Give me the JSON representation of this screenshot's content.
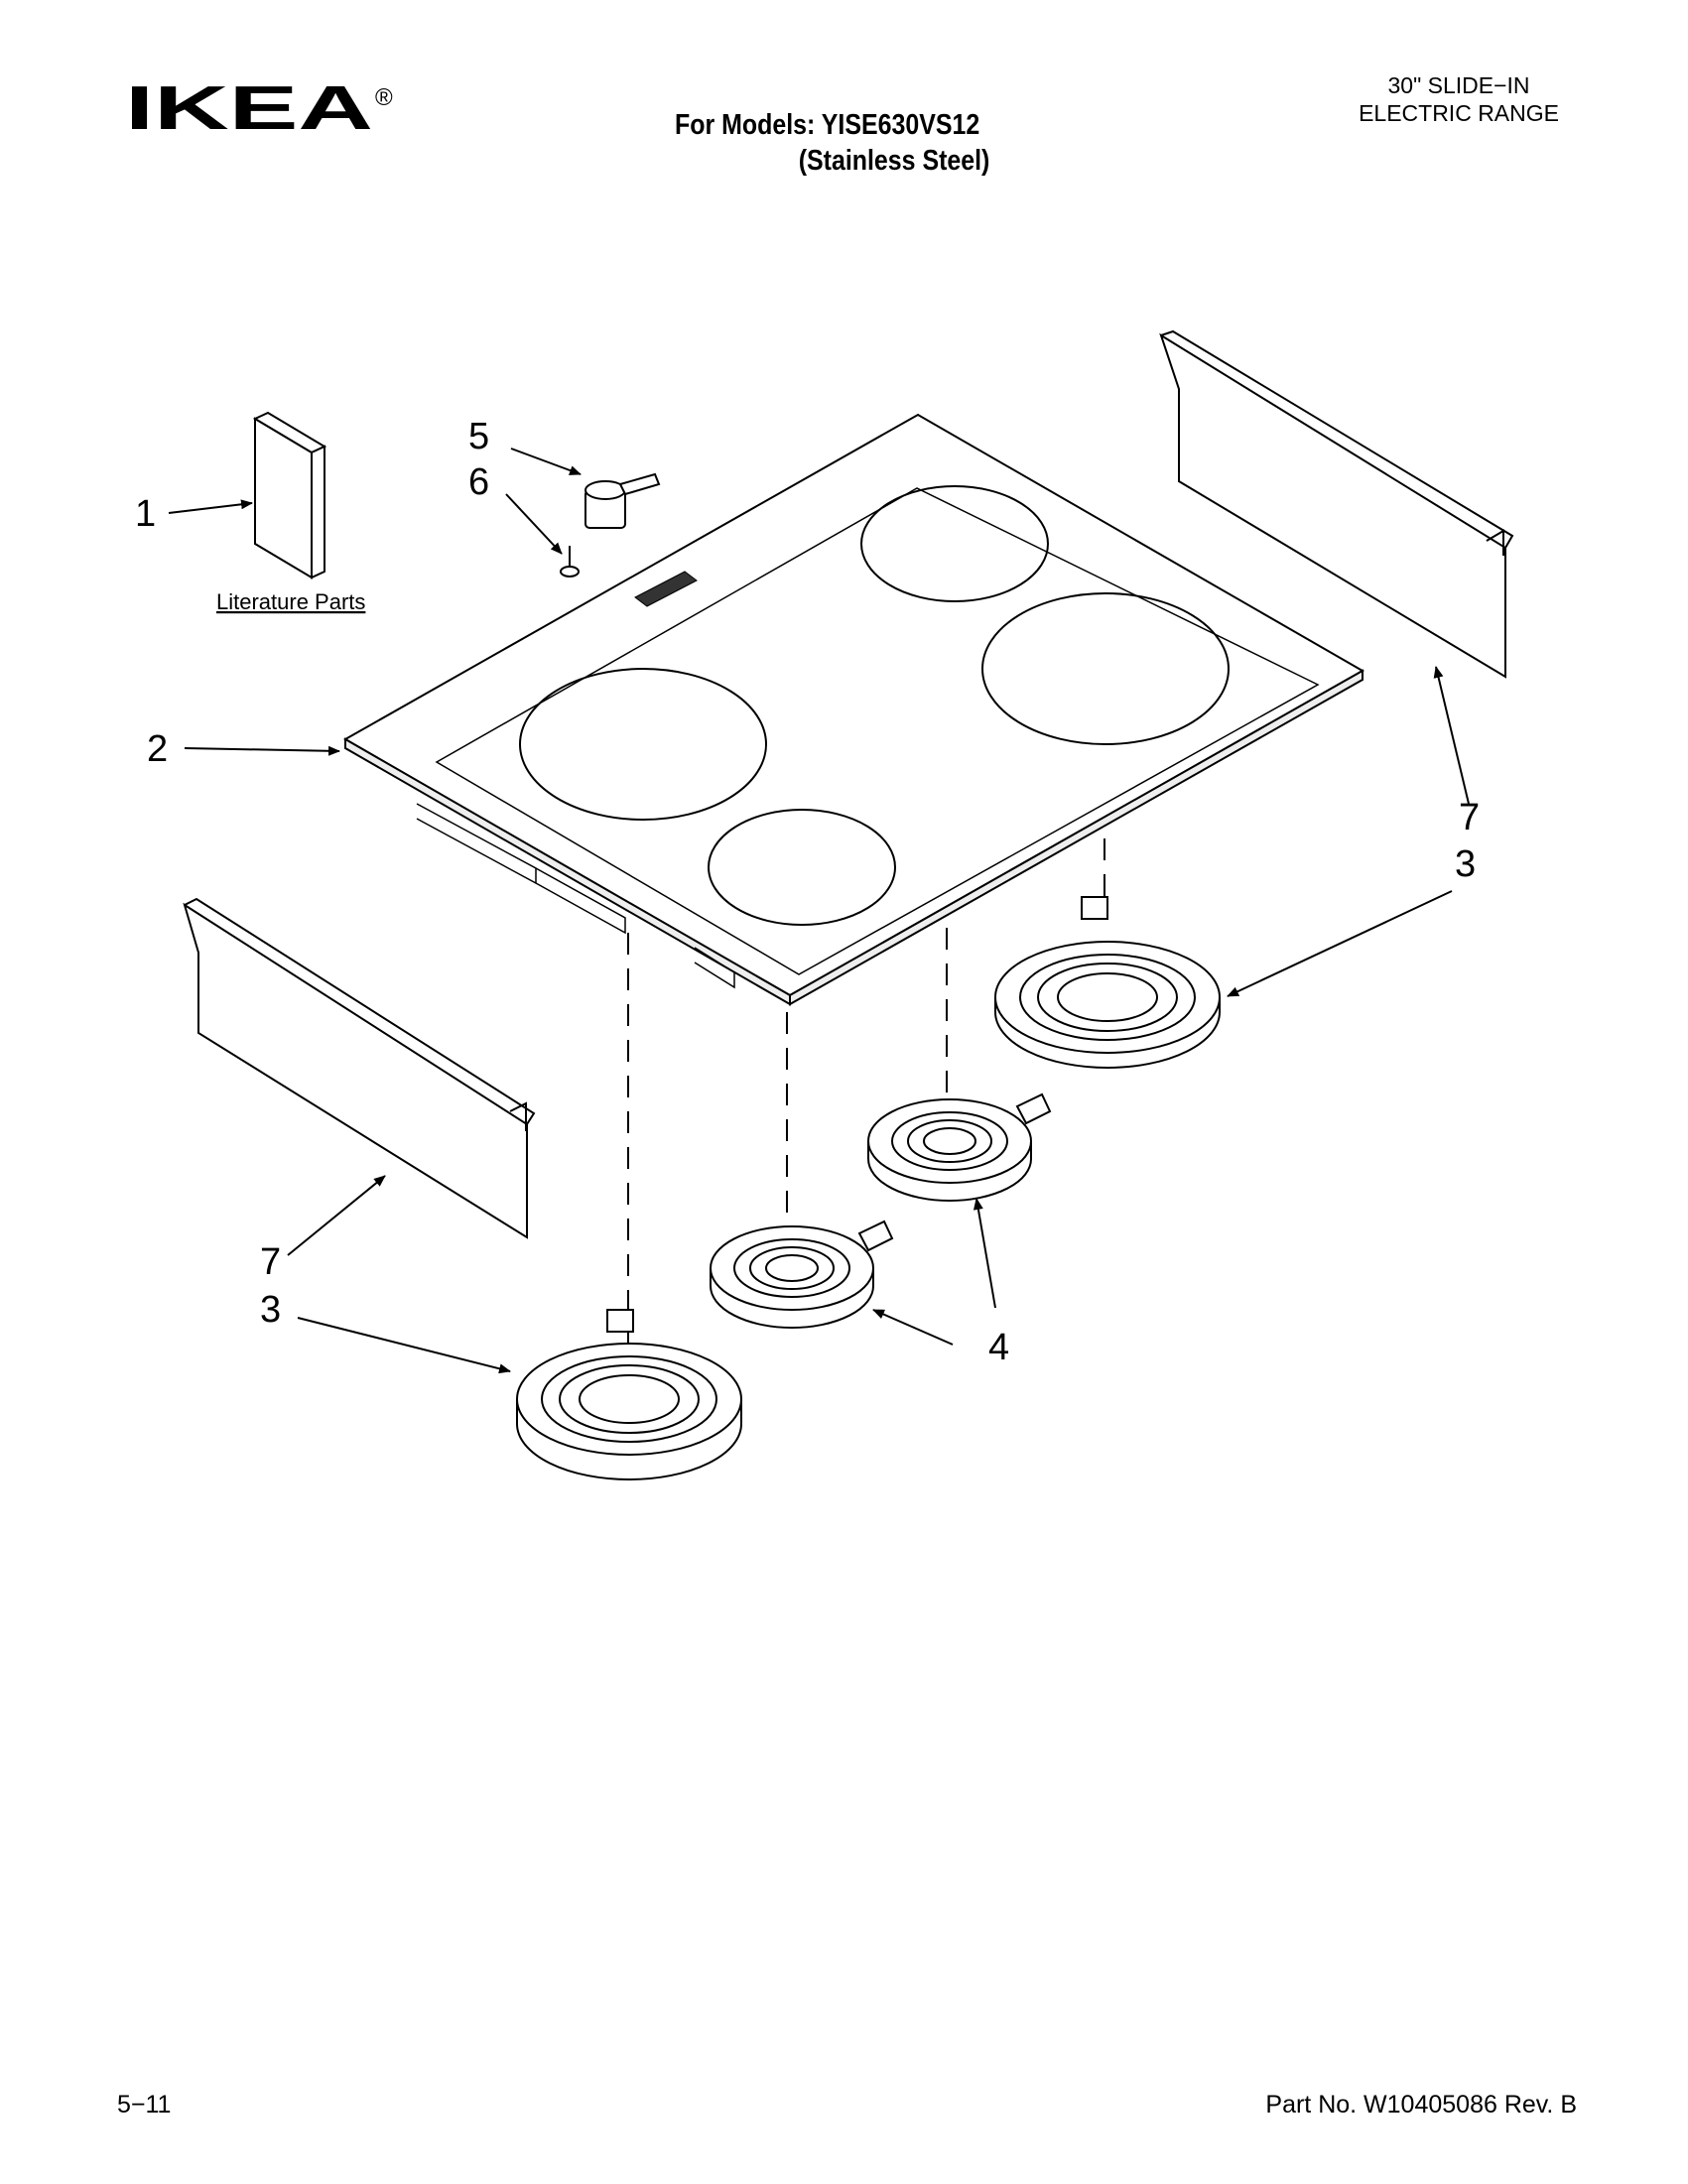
{
  "header": {
    "brand": "IKEA",
    "registered": "®",
    "models_label": "For Models: YISE630VS12",
    "models_finish": "(Stainless Steel)",
    "product_line1": "30\" SLIDE−IN",
    "product_line2": "ELECTRIC RANGE"
  },
  "callouts": {
    "c1": "1",
    "c2": "2",
    "c3a": "3",
    "c3b": "3",
    "c4": "4",
    "c5": "5",
    "c6": "6",
    "c7a": "7",
    "c7b": "7",
    "literature": "Literature Parts"
  },
  "footer": {
    "page": "5−11",
    "part_number": "Part No. W10405086 Rev. B"
  }
}
